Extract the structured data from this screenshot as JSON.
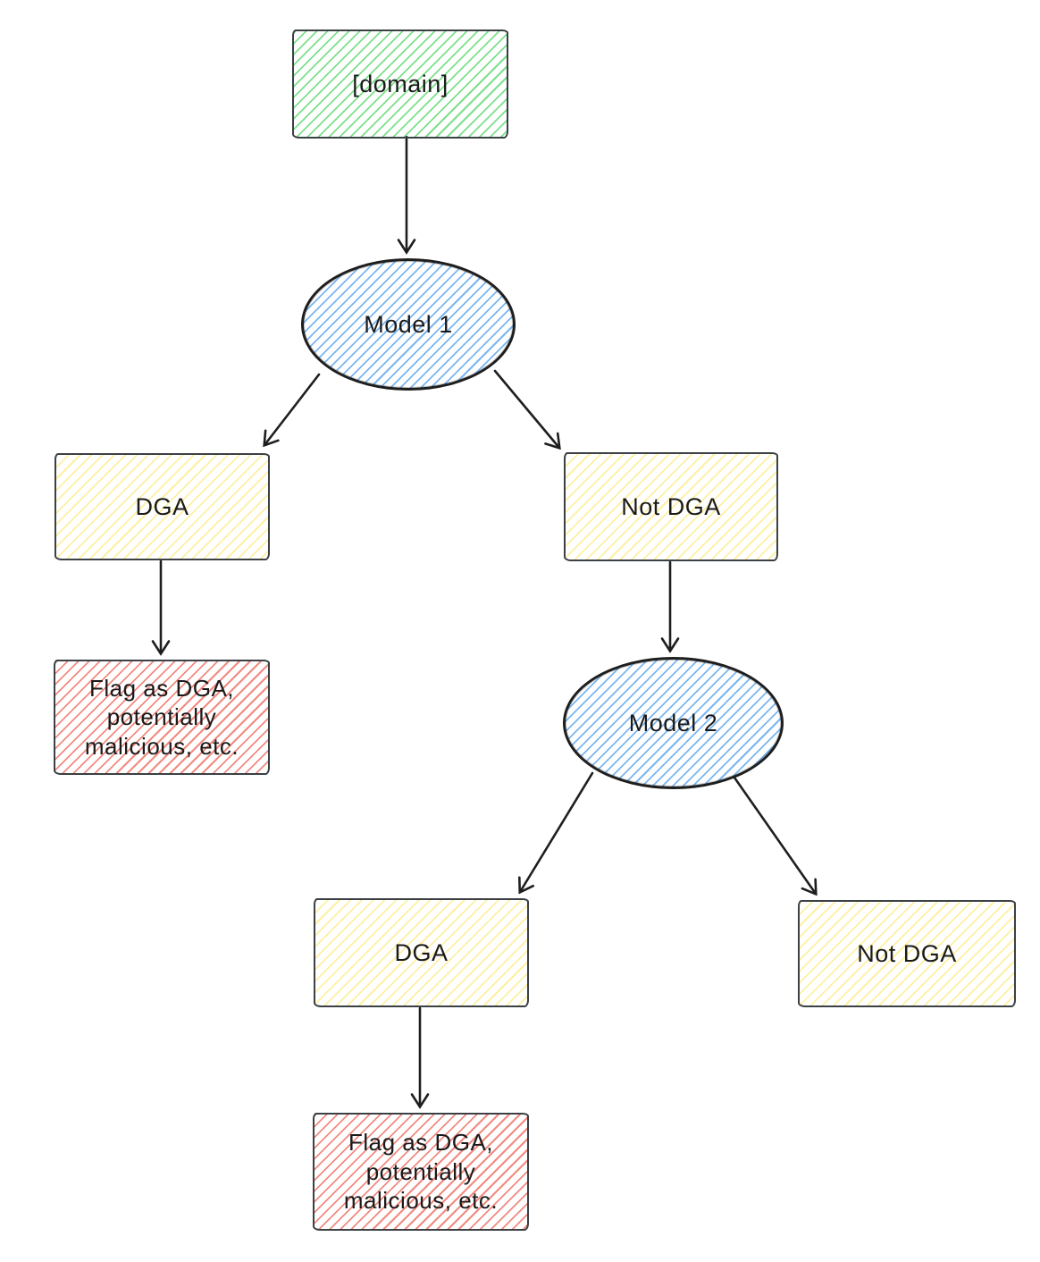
{
  "nodes": {
    "domain": {
      "label": "[domain]",
      "shape": "rectangle",
      "fill": "green"
    },
    "model1": {
      "label": "Model 1",
      "shape": "ellipse",
      "fill": "blue"
    },
    "dga1": {
      "label": "DGA",
      "shape": "rectangle",
      "fill": "yellow"
    },
    "notdga1": {
      "label": "Not DGA",
      "shape": "rectangle",
      "fill": "yellow"
    },
    "flag1": {
      "label": "Flag as DGA, potentially malicious, etc.",
      "shape": "rectangle",
      "fill": "red"
    },
    "model2": {
      "label": "Model 2",
      "shape": "ellipse",
      "fill": "blue"
    },
    "dga2": {
      "label": "DGA",
      "shape": "rectangle",
      "fill": "yellow"
    },
    "notdga2": {
      "label": "Not DGA",
      "shape": "rectangle",
      "fill": "yellow"
    },
    "flag2": {
      "label": "Flag as DGA, potentially malicious, etc.",
      "shape": "rectangle",
      "fill": "red"
    }
  },
  "edges": [
    {
      "from": "domain",
      "to": "model1"
    },
    {
      "from": "model1",
      "to": "dga1"
    },
    {
      "from": "model1",
      "to": "notdga1"
    },
    {
      "from": "dga1",
      "to": "flag1"
    },
    {
      "from": "notdga1",
      "to": "model2"
    },
    {
      "from": "model2",
      "to": "dga2"
    },
    {
      "from": "model2",
      "to": "notdga2"
    },
    {
      "from": "dga2",
      "to": "flag2"
    }
  ],
  "colors": {
    "green": "#7ce08b",
    "blue": "#7ab6f1",
    "yellow": "#fdf0a2",
    "red": "#f28a80",
    "rect-border": "#3b4045",
    "ellipse-border": "#1e1e1e",
    "arrow": "#1e1e1e",
    "text": "#1a1a1a"
  }
}
